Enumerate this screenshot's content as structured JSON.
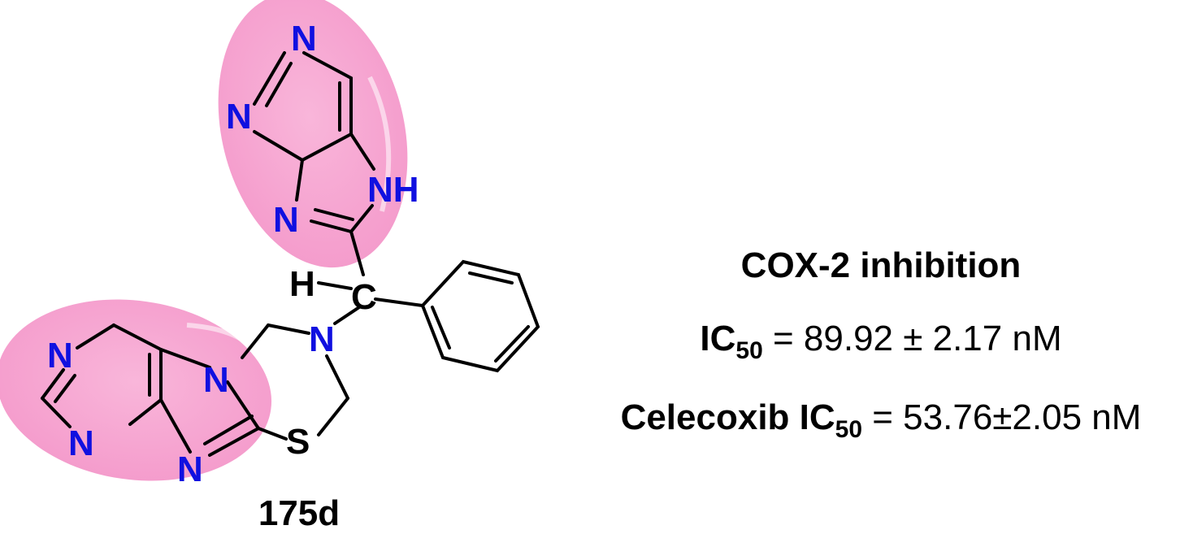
{
  "structure": {
    "compound_label": "175d",
    "atoms": {
      "n_top": "N",
      "n_left_top": "N",
      "nh": "NH",
      "n_imid_top": "N",
      "h_methine": "H",
      "c_methine": "C",
      "n_thiadiazine": "N",
      "n_left_bottom": "N",
      "n_bridge": "N",
      "n_pyr_bottom": "N",
      "n_imid_bottom": "N",
      "s_ring": "S"
    },
    "highlight_color": "#f7a8d2",
    "heteroatom_color": "#1010e0"
  },
  "activity": {
    "title": "COX-2 inhibition",
    "ic50_label": "IC",
    "ic50_subscript": "50",
    "ic50_value": " = 89.92 ± 2.17 nM",
    "reference_name": "Celecoxib IC",
    "reference_subscript": "50",
    "reference_value": " = 53.76±2.05 nM"
  }
}
